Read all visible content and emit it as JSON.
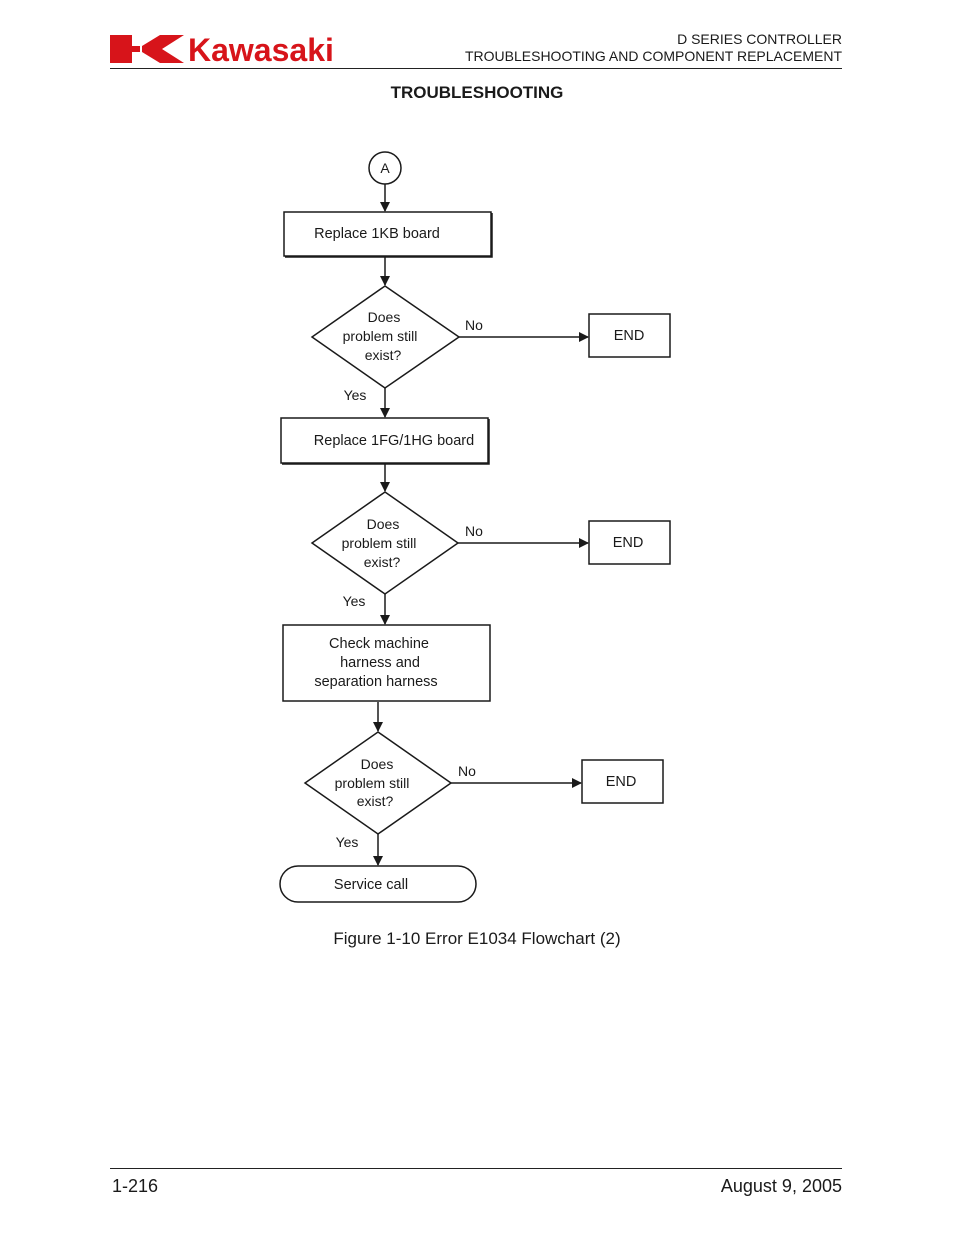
{
  "header": {
    "logo_text": "Kawasaki",
    "line1": "D SERIES CONTROLLER",
    "line2": "TROUBLESHOOTING AND COMPONENT REPLACEMENT"
  },
  "section_title": "TROUBLESHOOTING",
  "flowchart": {
    "connector": "A",
    "step1": "Replace 1KB board",
    "decision1": [
      "Does",
      "problem still",
      "exist?"
    ],
    "step2": "Replace 1FG/1HG board",
    "decision2": [
      "Does",
      "problem still",
      "exist?"
    ],
    "step3": [
      "Check machine",
      "harness and",
      "separation harness"
    ],
    "decision3": [
      "Does",
      "problem still",
      "exist?"
    ],
    "terminal": "Service call",
    "end_label": "END",
    "yes_label": "Yes",
    "no_label": "No"
  },
  "caption": "Figure 1-10  Error E1034 Flowchart (2)",
  "footer": {
    "page_number": "1-216",
    "date": "August 9, 2005"
  },
  "colors": {
    "logo_red": "#d7141a",
    "line": "#1a1a1a"
  }
}
